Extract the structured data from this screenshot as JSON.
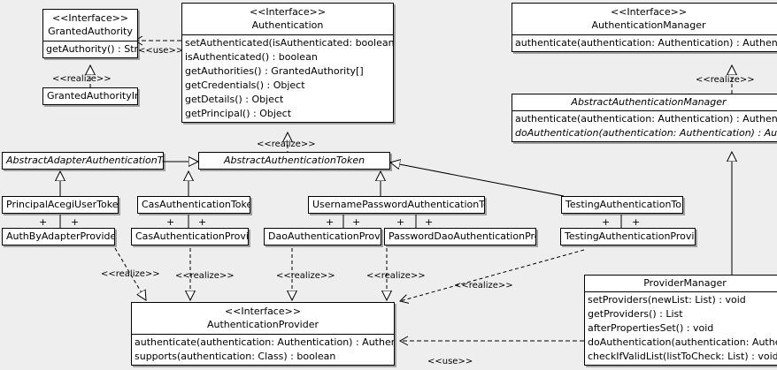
{
  "diagram": {
    "type": "uml-class-diagram",
    "background": "#eeeeee",
    "stereotype_interface": "<<Interface>>",
    "label_realize": "<<realize>>",
    "label_use": "<<use>>",
    "multiplicity": "+"
  },
  "classes": {
    "granted_authority": {
      "stereotype": "<<Interface>>",
      "name": "GrantedAuthority",
      "operations": [
        "getAuthority() : String"
      ]
    },
    "granted_authority_impl": {
      "name": "GrantedAuthorityImpl",
      "operations": []
    },
    "authentication": {
      "stereotype": "<<Interface>>",
      "name": "Authentication",
      "operations": [
        "setAuthenticated(isAuthenticated: boolean) : void",
        "isAuthenticated() : boolean",
        "getAuthorities() : GrantedAuthority[]",
        "getCredentials() : Object",
        "getDetails() : Object",
        "getPrincipal() : Object"
      ]
    },
    "authentication_manager": {
      "stereotype": "<<Interface>>",
      "name": "AuthenticationManager",
      "operations": [
        "authenticate(authentication: Authentication) : Authentication"
      ]
    },
    "abstract_authentication_manager": {
      "name": "AbstractAuthenticationManager",
      "operations": [
        "authenticate(authentication: Authentication) : Authentication",
        "doAuthentication(authentication: Authentication) : Authentication"
      ]
    },
    "abstract_adapter_authentication_token": {
      "name": "AbstractAdapterAuthenticationToken",
      "operations": []
    },
    "abstract_authentication_token": {
      "name": "AbstractAuthenticationToken",
      "operations": []
    },
    "principal_acegi_user_token": {
      "name": "PrincipalAcegiUserToken",
      "operations": []
    },
    "cas_authentication_token": {
      "name": "CasAuthenticationToken",
      "operations": []
    },
    "username_password_authentication_token": {
      "name": "UsernamePasswordAuthenticationToken",
      "operations": []
    },
    "testing_authentication_token": {
      "name": "TestingAuthenticationToken",
      "operations": []
    },
    "auth_by_adapter_provider": {
      "name": "AuthByAdapterProvider",
      "operations": []
    },
    "cas_authentication_provider": {
      "name": "CasAuthenticationProvider",
      "operations": []
    },
    "dao_authentication_provider": {
      "name": "DaoAuthenticationProvider",
      "operations": []
    },
    "password_dao_authentication_provider": {
      "name": "PasswordDaoAuthenticationProvider",
      "operations": []
    },
    "testing_authentication_provider": {
      "name": "TestingAuthenticationProvider",
      "operations": []
    },
    "authentication_provider": {
      "stereotype": "<<Interface>>",
      "name": "AuthenticationProvider",
      "operations": [
        "authenticate(authentication: Authentication) : Authentication",
        "supports(authentication: Class) : boolean"
      ]
    },
    "provider_manager": {
      "name": "ProviderManager",
      "operations": [
        "setProviders(newList: List) : void",
        "getProviders() : List",
        "afterPropertiesSet() : void",
        "doAuthentication(authentication: Authentication) : Authentication",
        "checkIfValidList(listToCheck: List) : void"
      ]
    }
  },
  "connector_labels": {
    "use_granted_authority": "<<use>>",
    "realize_granted_authority_impl": "<<realize>>",
    "realize_abstract_auth_token": "<<realize>>",
    "realize_auth_manager": "<<realize>>",
    "realize_auth_by_adapter": "<<realize>>",
    "realize_cas_provider": "<<realize>>",
    "realize_dao_provider": "<<realize>>",
    "realize_password_dao_provider": "<<realize>>",
    "realize_testing_provider": "<<realize>>",
    "use_provider_manager": "<<use>>"
  }
}
